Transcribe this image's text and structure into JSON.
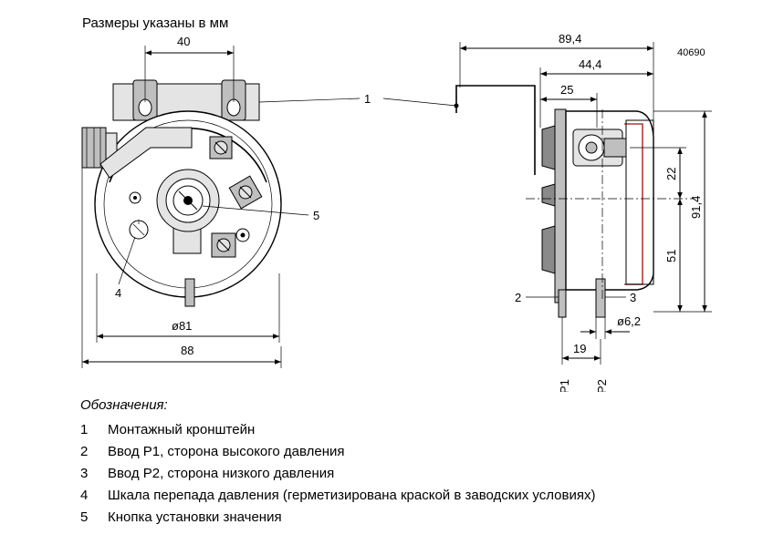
{
  "header": {
    "units_note": "Размеры указаны в мм",
    "figure_id": "40690"
  },
  "dimensions": {
    "front": {
      "hole_spacing": "40",
      "diameter": "ø81",
      "width": "88"
    },
    "side": {
      "overall_depth": "89,4",
      "depth_mid": "44,4",
      "depth_front": "25",
      "height_total": "91,4",
      "upper_offset": "22",
      "lower_offset": "51",
      "port_diameter": "ø6,2",
      "port_spacing": "19"
    }
  },
  "callouts": {
    "bracket": "1",
    "port_p1": "2",
    "port_p2": "3",
    "scale": "4",
    "knob": "5"
  },
  "ports": {
    "p1": "P1",
    "p2": "P2"
  },
  "legend": {
    "title": "Обозначения:",
    "items": [
      {
        "num": "1",
        "text": "Монтажный кронштейн"
      },
      {
        "num": "2",
        "text": "Ввод P1, сторона высокого давления"
      },
      {
        "num": "3",
        "text": "Ввод P2, сторона низкого давления"
      },
      {
        "num": "4",
        "text": "Шкала перепада давления (герметизирована краской в заводских условиях)"
      },
      {
        "num": "5",
        "text": "Кнопка установки значения"
      }
    ]
  }
}
